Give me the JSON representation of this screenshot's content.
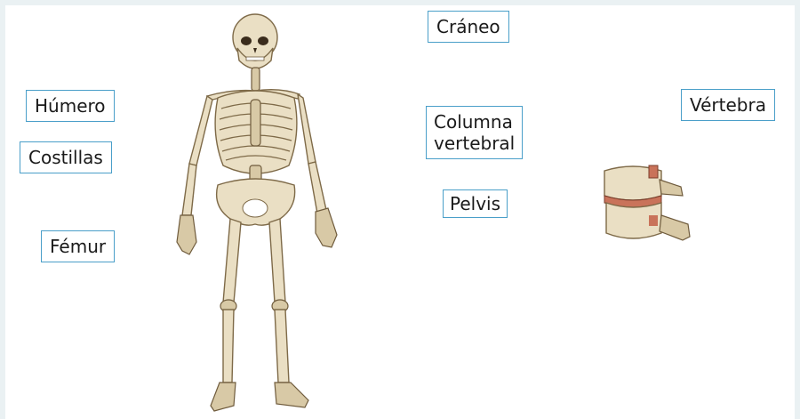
{
  "labels": {
    "craneo": "Cráneo",
    "humero": "Húmero",
    "costillas": "Costillas",
    "femur": "Fémur",
    "columna_line1": "Columna",
    "columna_line2": "vertebral",
    "pelvis": "Pelvis",
    "vertebra": "Vértebra"
  },
  "colors": {
    "label_border": "#4a9fc9",
    "bone": "#eadfc4",
    "bone_outline": "#7e6a48",
    "disc": "#c9735a",
    "frame": "#eaf1f3"
  }
}
